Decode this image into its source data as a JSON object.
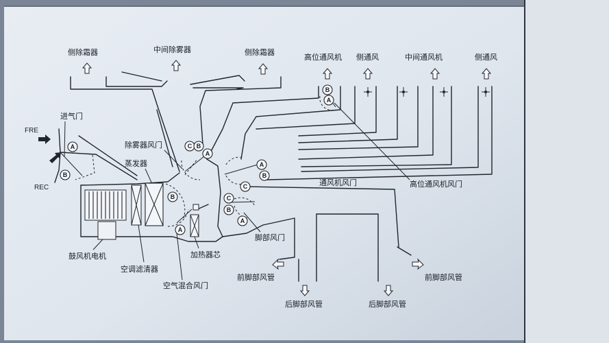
{
  "labels": {
    "defrost_left": "侧除霜器",
    "defog_center": "中间除雾器",
    "defrost_right": "侧除霜器",
    "high_vent": "高位通风机",
    "side_vent_1": "侧通风",
    "center_vent": "中间通风机",
    "side_vent_2": "侧通风",
    "intake_door": "进气门",
    "fre": "FRE",
    "rec": "REC",
    "defog_door": "除雾器风门",
    "evaporator": "蒸发器",
    "vent_door": "通风机风门",
    "high_vent_door": "高位通风机风门",
    "foot_door": "脚部风门",
    "heater_core": "加热器芯",
    "blower_motor": "鼓风机电机",
    "ac_filter": "空调滤清器",
    "air_mix_door": "空气混合风门",
    "front_foot_duct_left": "前脚部风管",
    "front_foot_duct_right": "前脚部风管",
    "rear_foot_duct_left": "后脚部风管",
    "rear_foot_duct_right": "后脚部风管"
  },
  "markers": {
    "a": "A",
    "b": "B",
    "c": "C"
  }
}
